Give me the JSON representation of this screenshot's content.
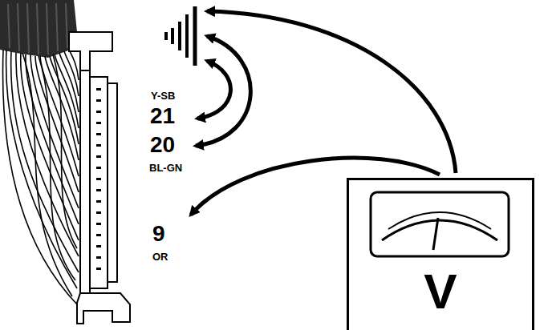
{
  "diagram": {
    "nodes": [
      {
        "text": [
          "V"
        ]
      }
    ],
    "labels": [
      "Y-SB",
      "21",
      "20",
      "BL-GN",
      "9",
      "OR"
    ]
  }
}
